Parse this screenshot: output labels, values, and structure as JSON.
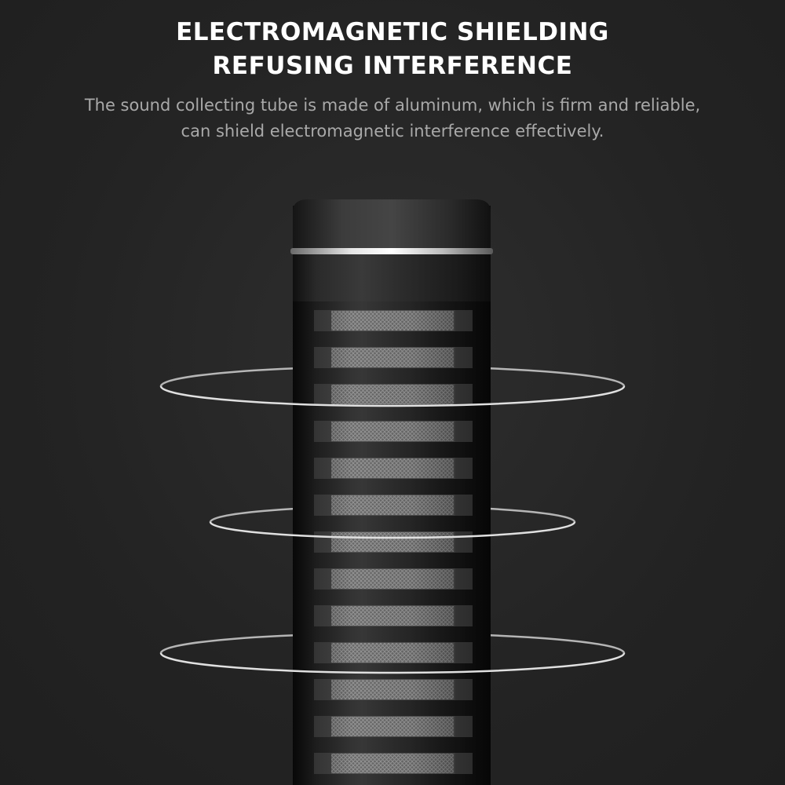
{
  "heading": {
    "line1": "ELECTROMAGNETIC SHIELDING",
    "line2": "REFUSING INTERFERENCE"
  },
  "description": {
    "line1": "The sound collecting tube is made of aluminum, which is firm and reliable,",
    "line2": "can shield electromagnetic interference effectively."
  },
  "colors": {
    "background": "#262626",
    "heading": "#ffffff",
    "description": "#a9a9a9",
    "tube": "#1c1c1c",
    "ring": "#d8d8d8"
  }
}
